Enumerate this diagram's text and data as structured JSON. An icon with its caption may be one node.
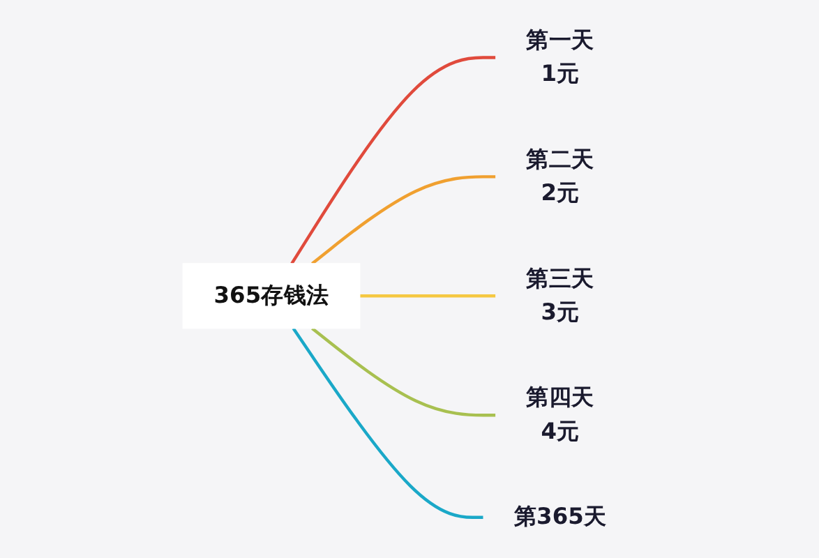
{
  "diagram": {
    "nodes": [
      {
        "text": [
          "365存钱法"
        ]
      },
      {
        "text": [
          "第一天"
        ],
        "beside": [
          "1元"
        ]
      },
      {
        "text": [
          "第二天"
        ],
        "beside": [
          "2元"
        ]
      },
      {
        "text": [
          "第三天"
        ],
        "beside": [
          "3元"
        ]
      },
      {
        "text": [
          "第四天"
        ],
        "beside": [
          "4元"
        ]
      },
      {
        "text": [
          "第365天"
        ]
      }
    ],
    "edges": [
      {
        "from": 0,
        "to": 1,
        "arrow": "none",
        "color": "#e04a3c"
      },
      {
        "from": 0,
        "to": 2,
        "arrow": "none",
        "color": "#f0a030"
      },
      {
        "from": 0,
        "to": 3,
        "arrow": "none",
        "color": "#f5c842"
      },
      {
        "from": 0,
        "to": 4,
        "arrow": "none",
        "color": "#a8c050"
      },
      {
        "from": 0,
        "to": 5,
        "arrow": "none",
        "color": "#1aa8c8"
      }
    ]
  }
}
